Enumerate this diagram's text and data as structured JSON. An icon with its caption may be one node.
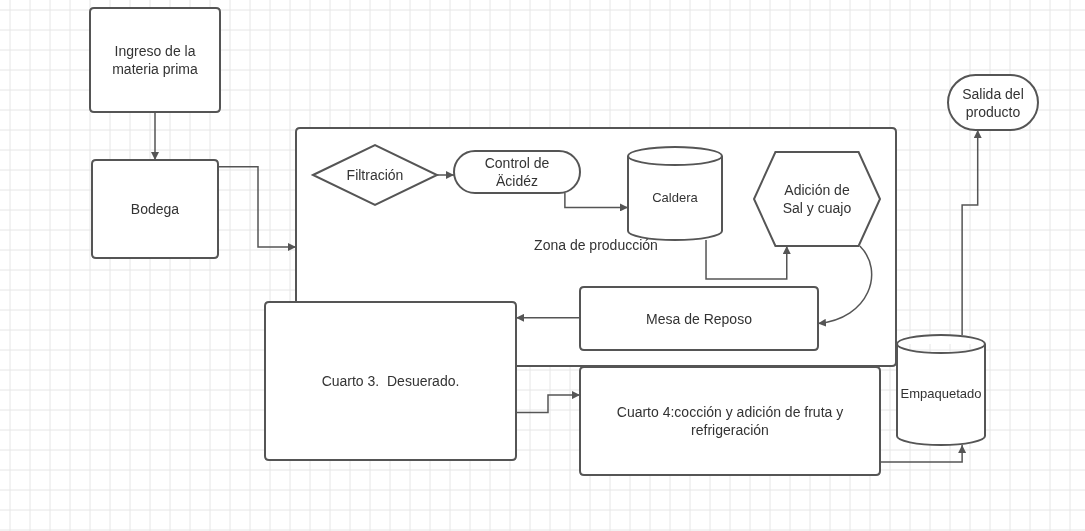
{
  "diagram": {
    "nodes": [
      {
        "text": [
          "Ingreso de la materia prima"
        ]
      },
      {
        "text": [
          "Bodega"
        ]
      },
      {
        "text": [
          "Zona de producción"
        ]
      },
      {
        "text": [
          "Filtración"
        ],
        "in": 2
      },
      {
        "text": [
          "Control de Äcidéz"
        ],
        "in": 2
      },
      {
        "text": [
          "Caldera"
        ],
        "in": 2
      },
      {
        "text": [
          "Adición de Sal y cuajo"
        ],
        "in": 2
      },
      {
        "text": [
          "Mesa de Reposo"
        ],
        "in": 2
      },
      {
        "text": [
          "Cuarto 3.  Desuerado."
        ]
      },
      {
        "text": [
          "Cuarto 4:cocción y adición de fruta y refrigeración"
        ]
      },
      {
        "text": [
          "Empaquetado"
        ]
      },
      {
        "text": [
          "Salida del producto"
        ]
      }
    ],
    "edges": [
      {
        "from": 0,
        "to": 1,
        "arrow": "to"
      },
      {
        "from": 1,
        "to": 2,
        "arrow": "to"
      },
      {
        "from": 3,
        "to": 4,
        "arrow": "to"
      },
      {
        "from": 4,
        "to": 5,
        "arrow": "to"
      },
      {
        "from": 5,
        "to": 6,
        "arrow": "to"
      },
      {
        "from": 6,
        "to": 7,
        "arrow": "to"
      },
      {
        "from": 7,
        "to": 8,
        "arrow": "to"
      },
      {
        "from": 8,
        "to": 9,
        "arrow": "to"
      },
      {
        "from": 9,
        "to": 10,
        "arrow": "to"
      },
      {
        "from": 10,
        "to": 11,
        "arrow": "to"
      }
    ]
  }
}
